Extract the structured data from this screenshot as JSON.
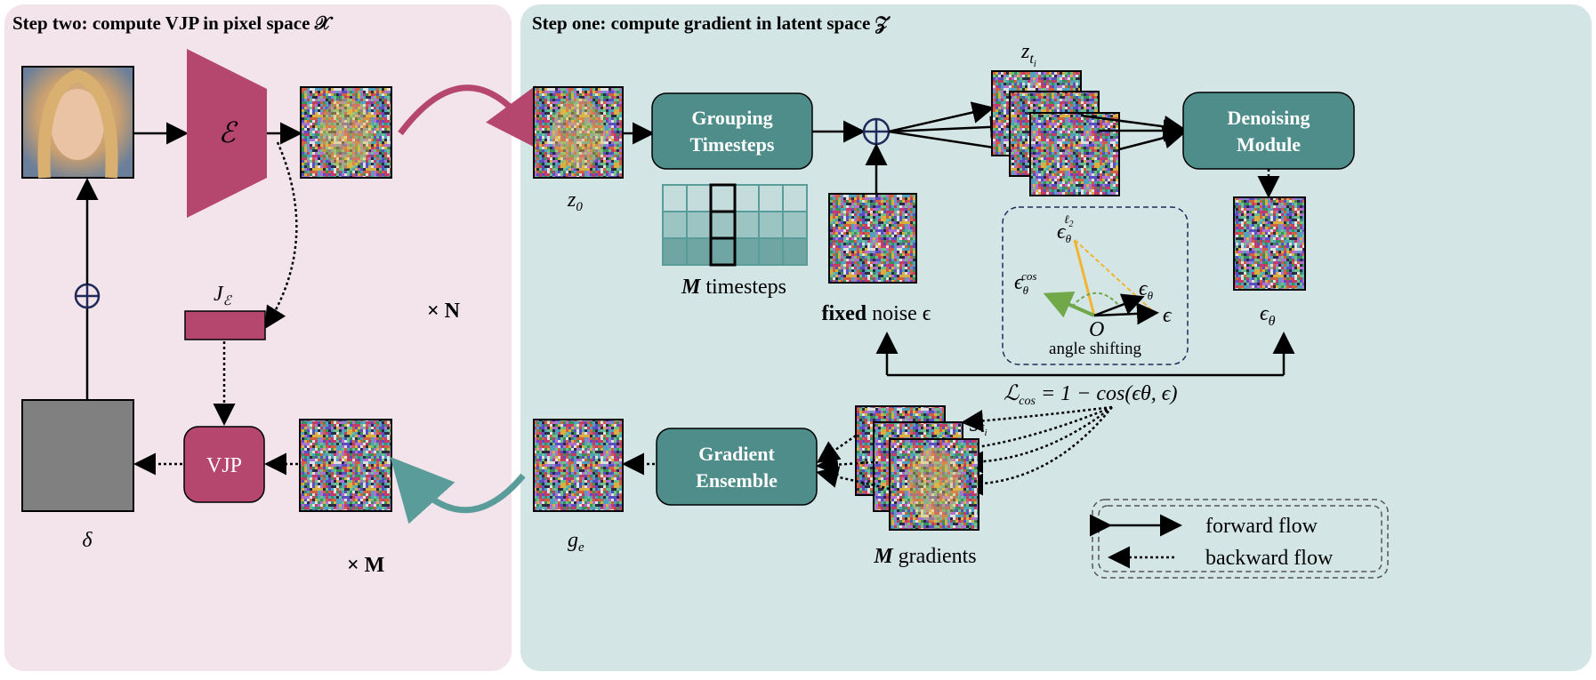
{
  "step_two": {
    "title": "Step two: compute VJP in pixel space 𝒳",
    "encoder_label": "ℰ",
    "jacobian_label": "J",
    "jacobian_sub": "ℰ",
    "vjp_label": "VJP",
    "delta_label": "δ",
    "repeat_m": "× M"
  },
  "repeat_n": "× N",
  "step_one": {
    "title": "Step one: compute gradient in latent space 𝒵",
    "z0_label": "z",
    "z0_sub": "0",
    "grouping_line1": "Grouping",
    "grouping_line2": "Timesteps",
    "timesteps_bold": "M",
    "timesteps_text": " timesteps",
    "fixed_bold": "fixed",
    "fixed_text": " noise ϵ",
    "zti_label": "z",
    "zti_sub": "t",
    "zti_subsub": "i",
    "denoise_line1": "Denoising",
    "denoise_line2": "Module",
    "eps_theta_label": "ϵ",
    "eps_theta_sub": "θ",
    "angle": {
      "eps_l2": "ϵ",
      "eps_l2_sup": "ℓ",
      "eps_l2_supsub": "2",
      "eps_cos": "ϵ",
      "eps_cos_sup": "cos",
      "eps_theta": "ϵ",
      "eps": "ϵ",
      "theta": "θ",
      "origin": "O",
      "caption": "angle shifting"
    },
    "loss": "ℒ",
    "loss_sub": "cos",
    "loss_rest": " = 1 − cos(ϵθ, ϵ)",
    "gti_label": "g",
    "gradients_bold": "M",
    "gradients_text": " gradients",
    "ensemble_line1": "Gradient",
    "ensemble_line2": "Ensemble",
    "ge_label": "g",
    "ge_sub": "e"
  },
  "legend": {
    "forward": "forward flow",
    "backward": "backward flow"
  },
  "colors": {
    "pink_panel": "#f2e4ea",
    "teal_panel": "#d4e5e6",
    "teal_box": "#4f8d8b",
    "magenta": "#b5476e",
    "navy": "#1f2a5a",
    "green": "#70a84a",
    "orange": "#f2b52f"
  }
}
